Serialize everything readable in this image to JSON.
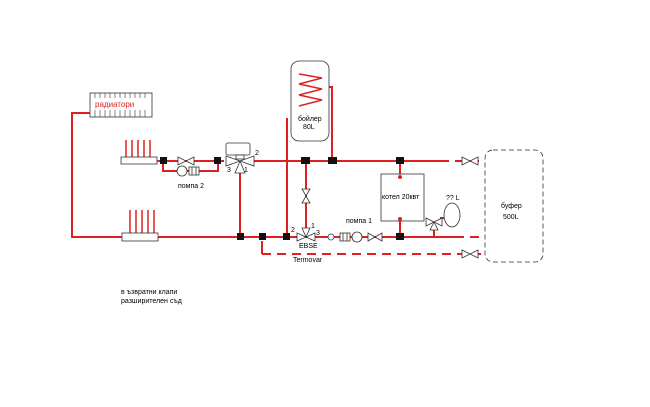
{
  "labels": {
    "radiators": "радиатори",
    "pump2": "помпа 2",
    "pump1": "помпа 1",
    "boiler_tank": "бойлер",
    "boiler_tank_volume": "80L",
    "boiler": "котел 20квт",
    "expansion": "?? L",
    "buffer": "буфер",
    "buffer_volume": "500L",
    "ebse": "EBSE",
    "termovar": "Termovar",
    "valve_port_2a": "2",
    "valve_port_3a": "3",
    "valve_port_1a": "1",
    "valve_port_2b": "2",
    "valve_port_1b": "1",
    "valve_port_3b": "3"
  },
  "notes": {
    "line1": "в ъзвратни клапи",
    "line2": "разширителен съд"
  },
  "colors": {
    "pipe": "#e02020",
    "outline": "#333333"
  }
}
